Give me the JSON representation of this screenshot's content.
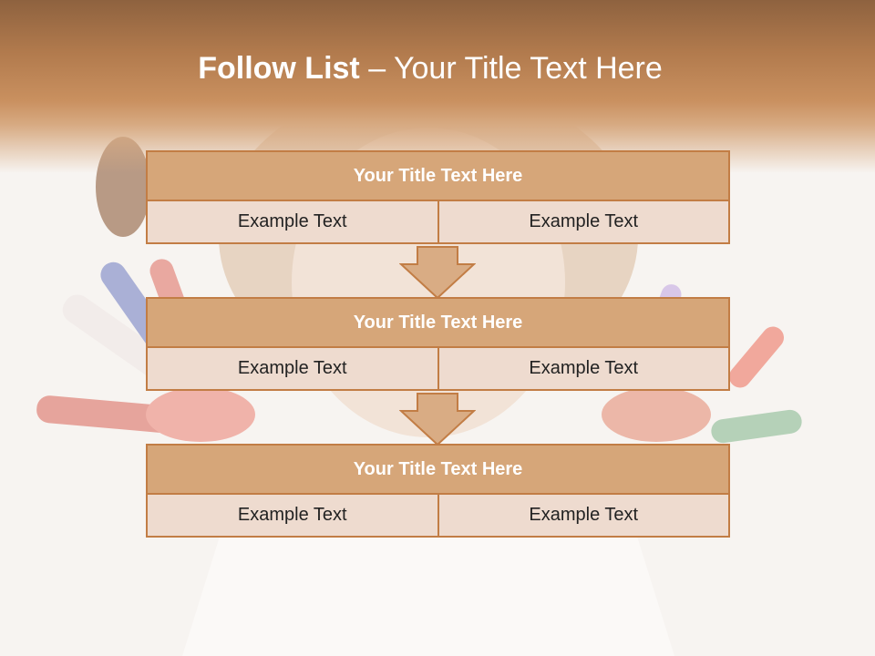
{
  "slide": {
    "title_bold": "Follow List",
    "title_rest": " – Your Title Text Here"
  },
  "blocks": [
    {
      "title": "Your Title Text Here",
      "cells": [
        "Example Text",
        "Example Text"
      ]
    },
    {
      "title": "Your Title Text Here",
      "cells": [
        "Example Text",
        "Example Text"
      ]
    },
    {
      "title": "Your Title Text Here",
      "cells": [
        "Example Text",
        "Example Text"
      ]
    }
  ],
  "colors": {
    "header": "#c9905f",
    "title_fill": "#d6a679",
    "cell_fill": "#eedbcf",
    "border": "#c27d45",
    "arrow": "#d9ac84"
  },
  "icons": {
    "connector": "down-arrow-icon"
  }
}
